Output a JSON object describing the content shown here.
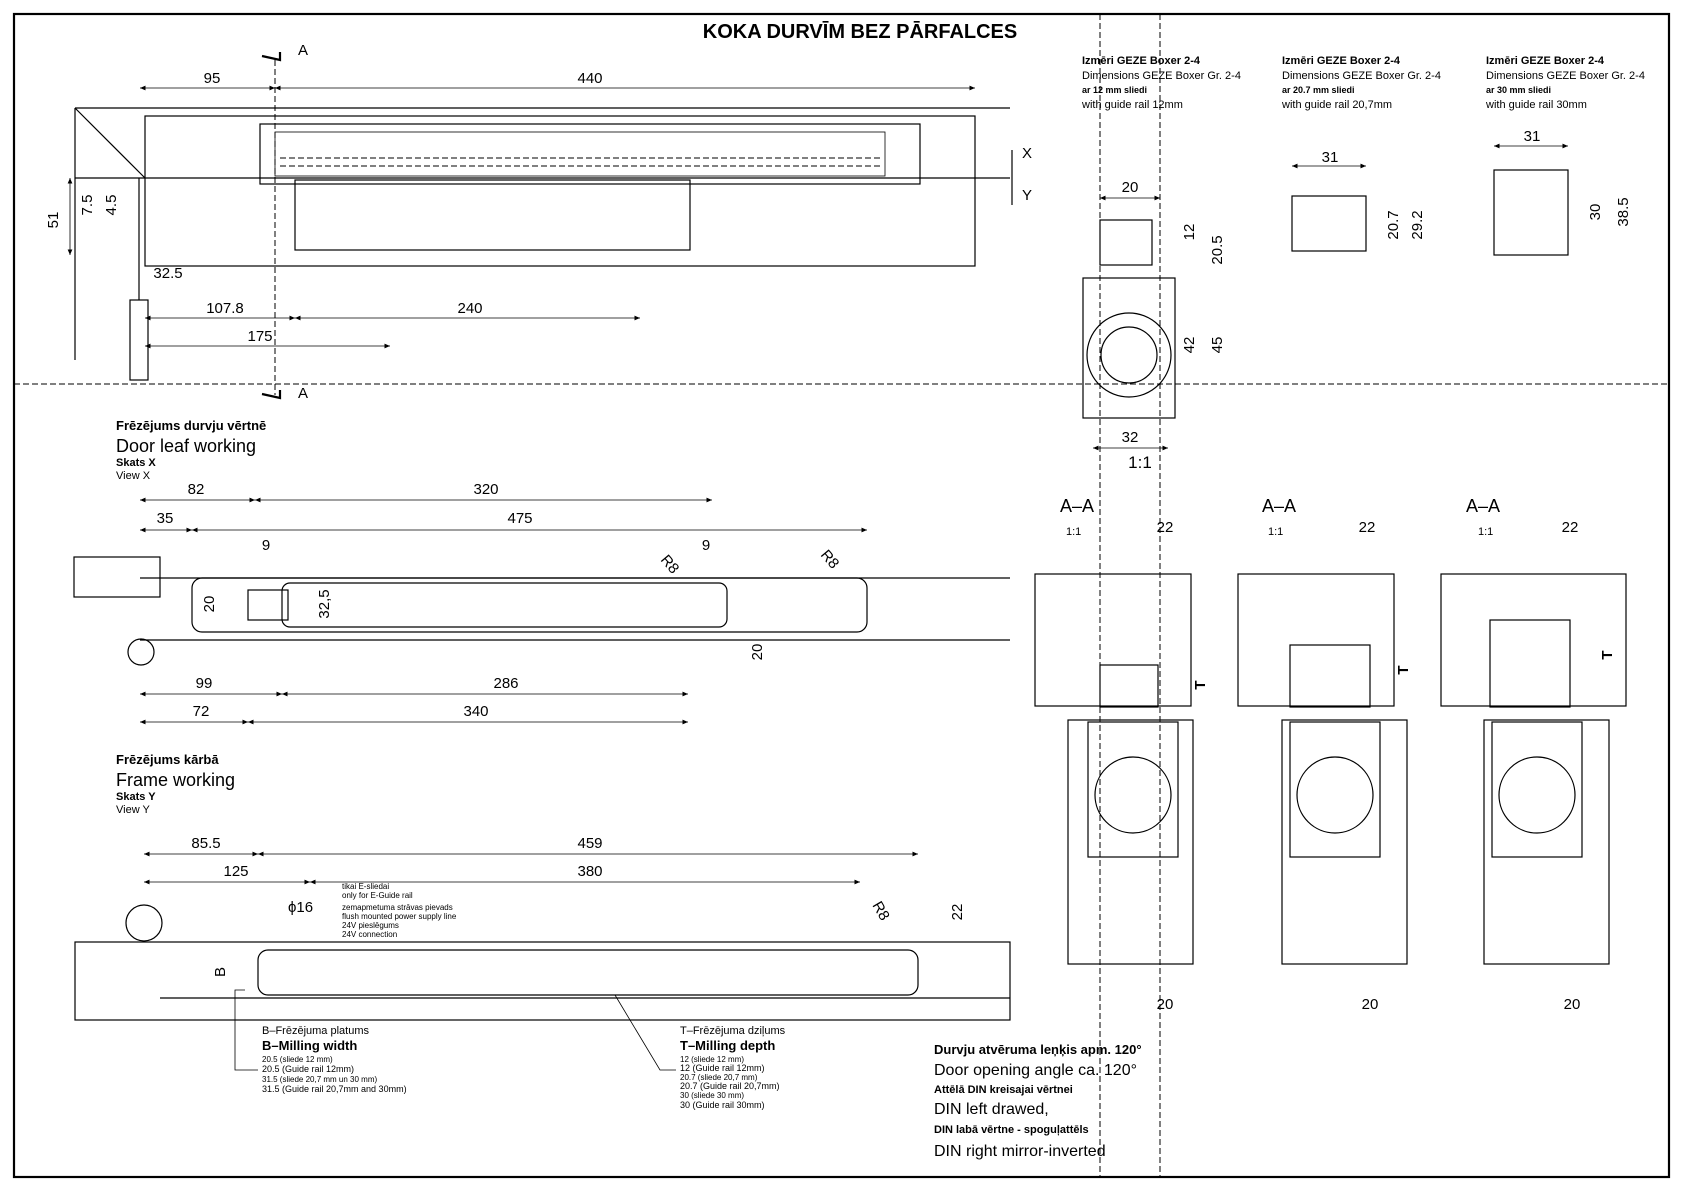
{
  "title": "KOKA DURVĪM BEZ PĀRFALCES",
  "section_marks": {
    "a_top": "A",
    "a_bottom": "A",
    "x": "X",
    "y": "Y"
  },
  "top_view": {
    "dims": {
      "d95": "95",
      "d440": "440",
      "d51": "51",
      "d7_5": "7.5",
      "d4_5": "4.5",
      "d32_5": "32.5",
      "d107_8": "107.8",
      "d240": "240",
      "d175": "175"
    }
  },
  "profiles": [
    {
      "title": "Izmēri GEZE Boxer 2-4",
      "line2": "Dimensions GEZE Boxer Gr. 2-4",
      "line3": "ar 12 mm sliedi",
      "line4": "with guide rail 12mm"
    },
    {
      "title": "Izmēri GEZE Boxer 2-4",
      "line2": "Dimensions GEZE Boxer Gr. 2-4",
      "line3": "ar 20.7 mm sliedi",
      "line4": "with guide rail 20,7mm",
      "w": "31",
      "h1": "20.7",
      "h2": "29.2"
    },
    {
      "title": "Izmēri GEZE Boxer 2-4",
      "line2": "Dimensions GEZE Boxer Gr. 2-4",
      "line3": "ar 30 mm sliedi",
      "line4": "with guide rail 30mm",
      "w": "31",
      "h1": "30",
      "h2": "38.5"
    }
  ],
  "detail_view": {
    "d20": "20",
    "d12": "12",
    "d20_5": "20.5",
    "d42": "42",
    "d45": "45",
    "d32": "32",
    "scale": "1:1"
  },
  "door_leaf": {
    "title_lv": "Frēzējums durvju vērtnē",
    "title_en": "Door leaf working",
    "view_lv": "Skats X",
    "view_en": "View X",
    "dims": {
      "d82": "82",
      "d320": "320",
      "d35": "35",
      "d475": "475",
      "d9a": "9",
      "d9b": "9",
      "r8a": "R8",
      "r8b": "R8",
      "d20": "20",
      "d32_5": "32,5",
      "d20b": "20",
      "d99": "99",
      "d286": "286",
      "d72": "72",
      "d340": "340"
    }
  },
  "frame": {
    "title_lv": "Frēzējums kārbā",
    "title_en": "Frame working",
    "view_lv": "Skats Y",
    "view_en": "View Y",
    "dims": {
      "d85_5": "85.5",
      "d459": "459",
      "d125": "125",
      "d380": "380",
      "phi16": "ϕ16",
      "r8": "R8",
      "d22": "22",
      "b": "B"
    },
    "note": [
      "tikai E-sliedai",
      "only for E-Guide rail",
      "zemapmetuma strāvas pievads",
      "flush mounted power supply line",
      "24V pieslēgums",
      "24V connection"
    ]
  },
  "sections": [
    {
      "label": "A–A",
      "scale": "1:1",
      "top": "22",
      "bottom": "20",
      "t": "T"
    },
    {
      "label": "A–A",
      "scale": "1:1",
      "top": "22",
      "bottom": "20",
      "t": "T"
    },
    {
      "label": "A–A",
      "scale": "1:1",
      "top": "22",
      "bottom": "20",
      "t": "T"
    }
  ],
  "b_note": {
    "l1": "B–Frēzējuma platums",
    "l2": "B–Milling width",
    "l3": "20.5 (sliede 12 mm)",
    "l4": "20.5 (Guide rail 12mm)",
    "l5": "31.5 (sliede 20,7 mm un 30 mm)",
    "l6": "31.5 (Guide rail 20,7mm and 30mm)"
  },
  "t_note": {
    "l1": "T–Frēzējuma dziļums",
    "l2": "T–Milling depth",
    "l3": "12 (sliede 12 mm)",
    "l4": "12 (Guide rail 12mm)",
    "l5": "20.7 (sliede 20,7 mm)",
    "l6": "20.7 (Guide rail 20,7mm)",
    "l7": "30 (sliede 30 mm)",
    "l8": "30 (Guide rail 30mm)"
  },
  "angle_note": {
    "l1": "Durvju atvēruma leņķis apm. 120°",
    "l2": "Door opening angle ca. 120°",
    "l3": "Attēlā DIN kreisajai vērtnei",
    "l4": "DIN left drawed,",
    "l5": "DIN labā vērtne - spoguļattēls",
    "l6": "DIN right mirror-inverted"
  }
}
